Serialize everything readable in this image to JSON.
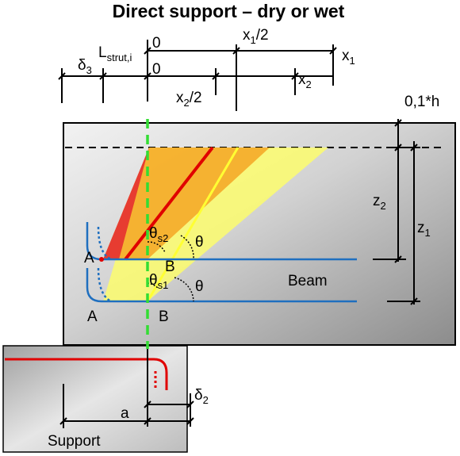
{
  "title": "Direct support – dry or wet",
  "labels": {
    "delta3": "δ",
    "delta3_sub": "3",
    "lstrut": "L",
    "lstrut_sub": "strut,i",
    "zero_top": "0",
    "zero_mid": "0",
    "x1_half": "x",
    "x1_half_sub": "1",
    "x1_half_tail": "/2",
    "x1": "x",
    "x1_sub": "1",
    "x2": "x",
    "x2_sub": "2",
    "x2_half": "x",
    "x2_half_sub": "2",
    "x2_half_tail": "/2",
    "cover": "0,1*h",
    "z2": "z",
    "z2_sub": "2",
    "z1": "z",
    "z1_sub": "1",
    "theta_s2": "θ",
    "theta_s2_sub": "s2",
    "theta_s1": "θ",
    "theta_s1_sub": "s1",
    "theta_upper": "θ",
    "theta_lower": "θ",
    "node_a_upper": "A",
    "node_b_upper": "B",
    "node_a_lower": "A",
    "node_b_lower": "B",
    "beam": "Beam",
    "delta2": "δ",
    "delta2_sub": "2",
    "a": "a",
    "support": "Support"
  },
  "colors": {
    "beam_fill_light": "#f2f2f2",
    "beam_fill_dark": "#8c8c8c",
    "rebar": "#1f6fbf",
    "support_rebar": "#e00000",
    "strut_red": "#e00000",
    "strut_orange": "#f5a623",
    "strut_yellow": "#ffff33",
    "centerline": "#33dd33"
  }
}
